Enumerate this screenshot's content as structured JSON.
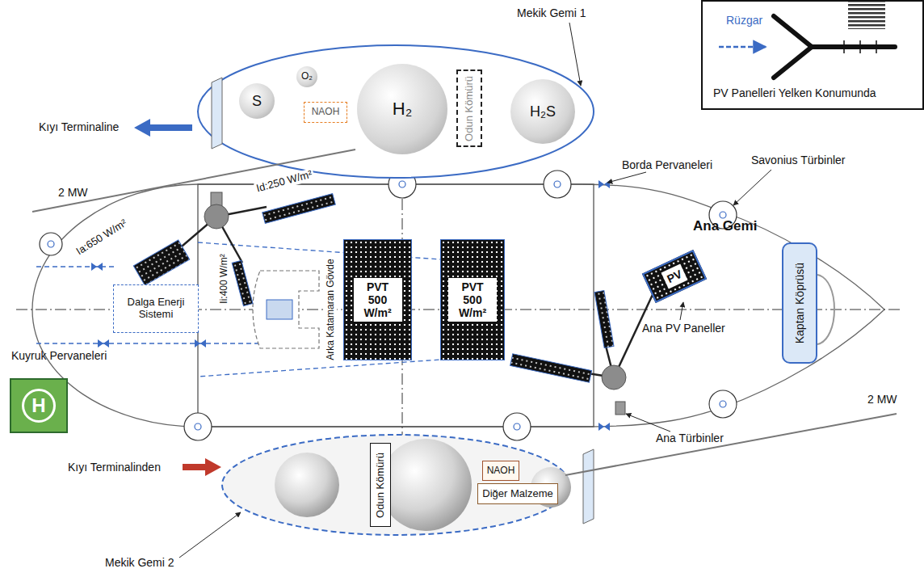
{
  "diagram": {
    "nodes": [
      {
        "text": [
          "S"
        ]
      },
      {
        "text": [
          "O₂"
        ]
      },
      {
        "text": [
          "NAOH"
        ]
      },
      {
        "text": [
          "H₂"
        ]
      },
      {
        "text": [
          "Odun Kömürü"
        ]
      },
      {
        "text": [
          "H₂S"
        ]
      },
      {
        "text": [
          "Dalga Enerji Sistemi"
        ]
      },
      {
        "text": [
          "PVT 500 W/m²"
        ]
      },
      {
        "text": [
          "PVT 500 W/m²"
        ]
      },
      {
        "text": [
          "PV"
        ]
      },
      {
        "text": [
          "Kaptan Köprüsü"
        ]
      },
      {
        "text": [
          "H"
        ]
      },
      {
        "text": [
          "Odun Kömürü"
        ]
      },
      {
        "text": [
          "NAOH"
        ]
      },
      {
        "text": [
          "Diğer Malzeme"
        ]
      },
      {
        "text": [
          "Rüzgar",
          "PV Panelleri Yelken Konumunda"
        ]
      }
    ],
    "labels": [
      "Mekik Gemi 1",
      "Kıyı Terminaline",
      "2 MW",
      "Borda Pervaneleri",
      "Savonius Türbinler",
      "Id:250 W/m²",
      "Ia:650 W/m²",
      "Ii:400 W/m²",
      "Arka Katamaran Gövde",
      "Ana Gemi",
      "Kuyruk Pervaneleri",
      "Ana PV Paneller",
      "2 MW",
      "Ana Türbinler",
      "Kıyı Terminalinden",
      "Mekik Gemi 2"
    ]
  }
}
